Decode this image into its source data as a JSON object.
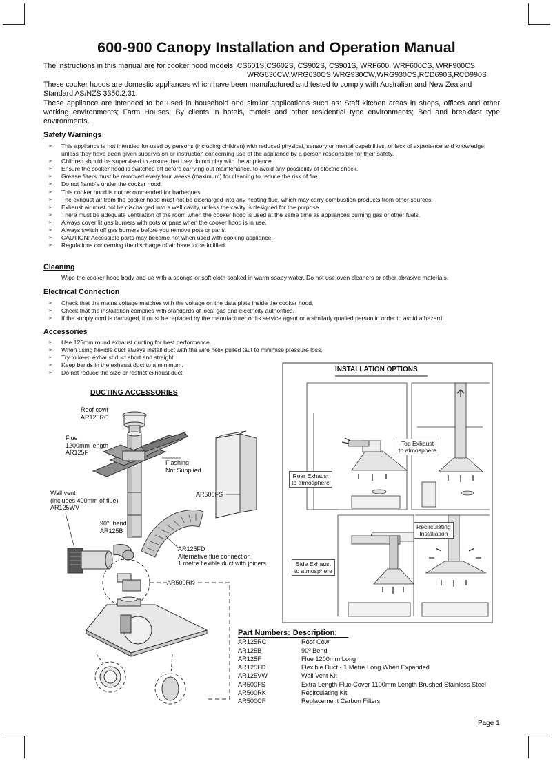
{
  "title": "600-900 Canopy Installation and Operation Manual",
  "intro": {
    "models_line1": "The instructions in this manual are for cooker hood models: CS601S,CS602S, CS902S, CS901S, WRF600, WRF600CS, WRF900CS,",
    "models_line2": "WRG630CW,WRG630CS,WRG930CW,WRG930CS,RCD690S,RCD990S",
    "standards": "These cooker hoods are domestic appliances which have been manufactured and tested to comply with Australian and New Zealand Standard AS/NZS 3350.2.31.",
    "use": "These appliance are intended to be used in household and similar applications such as: Staff kitchen areas in shops, offices and other working environments; Farm Houses; By clients in hotels, motels and other residential type environments; Bed and breakfast type environments."
  },
  "safety": {
    "heading": "Safety Warnings",
    "items": [
      "This appliance is not intended for used by persons (including children) with reduced physical, sensory or mental capabilities, or lack of experience and knowledge, unless they have been given supervision or instruction concerning use of the appliance by a person responsible for their safety.",
      "Children should be supervised to ensure that they do not play with the appliance.",
      "Ensure the cooker hood is switched off before carrying out maintenance, to avoid any possibility of electric shock.",
      "Grease filters must be removed every four weeks (maximum) for cleaning to reduce the risk of fire.",
      "Do not flamb’e under the cooker hood.",
      "This cooker hood is not recommended for barbeques.",
      "The exhaust air from the cooker hood must not be discharged into any heating flue, which may carry combustion products from other sources.",
      "Exhaust air must not be discharged into a wall cavity, unless the cavity is designed for the purpose.",
      "There must be adequate ventilation of the room when the cooker hood is used at the same time as appliances burning gas or other fuels.",
      "Always cover lit gas burners with pots or pans when the cooker hood is in use.",
      "Always switch off gas burners before you remove pots or pans.",
      "CAUTION: Accessible parts may become hot when used with cooking appliance.",
      "Regulations concerning the discharge of air have to be fulfilled."
    ]
  },
  "cleaning": {
    "heading": "Cleaning",
    "text": "Wipe the cooker hood body and ue with a sponge or soft cloth soaked in warm soapy water. Do not use oven cleaners or other abrasive materials."
  },
  "electrical": {
    "heading": "Electrical Connection",
    "items": [
      "Check that the mains voltage matches with the voltage on the data plate inside the cooker hood.",
      "Check that the installation complies with standards of local gas and electricity authorities.",
      "If the supply cord is damaged, it must be replaced by the manufacturer or its service agent or a similarly qualied person in order to avoid a hazard."
    ]
  },
  "accessories": {
    "heading": "Accessories",
    "items": [
      "Use 125mm round exhaust ducting for best performance.",
      "When using flexible duct always install duct with the wire helix pulled taut to minimise pressure loss.",
      "Try to keep exhaust duct short and straight.",
      "Keep bends in the exhaust duct to a minimum.",
      "Do not reduce the size or restrict exhaust duct."
    ]
  },
  "ducting": {
    "heading": "DUCTING ACCESSORIES",
    "roof_cowl": "Roof cowl\nAR125RC",
    "flue": "Flue\n1200mm length\nAR125F",
    "flashing": "Flashing\nNot Supplied",
    "wall_vent": "Wall vent\n(includes 400mm of flue)\nAR125WV",
    "ar500fs": "AR500FS",
    "bend": "90°  bend\nAR125B",
    "flex": "AR125FD\nAlternative flue connection\n1 metre flexible duct with joiners",
    "ar500rk": "AR500RK"
  },
  "installation": {
    "heading": "INSTALLATION OPTIONS",
    "rear": "Rear Exhaust\nto atmosphere",
    "top": "Top Exhaust\nto atmosphere",
    "side": "Side Exhaust\nto atmosphere",
    "recirc": "Recirculating\nInstallation"
  },
  "parts": {
    "heading_code": "Part Numbers:",
    "heading_desc": "Description:",
    "rows": [
      {
        "code": "AR125RC",
        "desc": "Roof Cowl"
      },
      {
        "code": "AR125B",
        "desc": "90º Bend"
      },
      {
        "code": "AR125F",
        "desc": "Flue 1200mm Long"
      },
      {
        "code": "AR125FD",
        "desc": "Flexible Duct - 1 Metre Long When Expanded"
      },
      {
        "code": "AR125VW",
        "desc": "Wall Vent Kit"
      },
      {
        "code": "AR500FS",
        "desc": "Extra Length Flue Cover 1100mm Length Brushed Stainless Steel"
      },
      {
        "code": "AR500RK",
        "desc": "Recirculating Kit"
      },
      {
        "code": "AR500CF",
        "desc": "Replacement Carbon Filters"
      }
    ]
  },
  "page": "Page 1"
}
